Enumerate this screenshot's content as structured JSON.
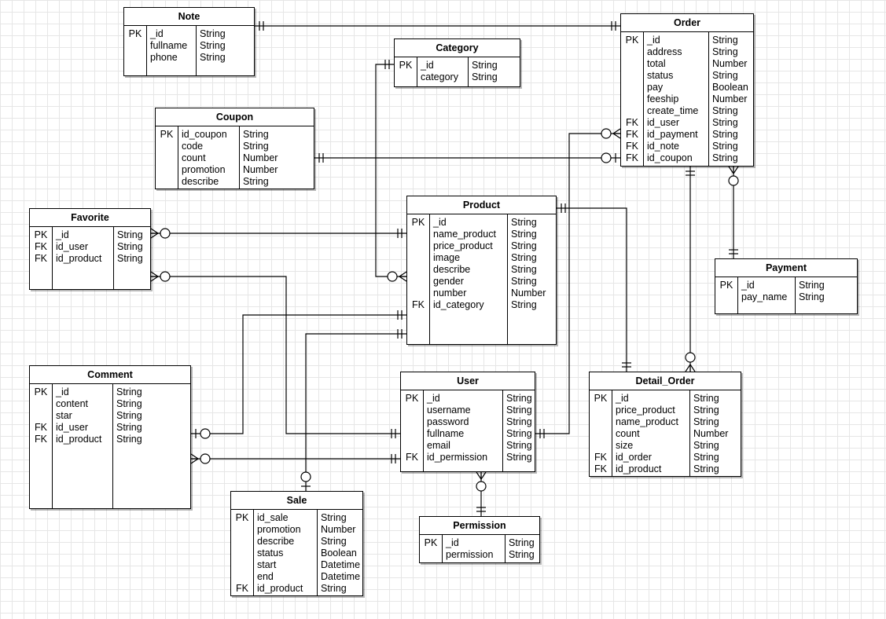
{
  "entities": [
    {
      "id": "note",
      "title": "Note",
      "rows": [
        {
          "k": "PK",
          "name": "_id",
          "type": "String"
        },
        {
          "k": "",
          "name": "fullname",
          "type": "String"
        },
        {
          "k": "",
          "name": "phone",
          "type": "String"
        }
      ]
    },
    {
      "id": "category",
      "title": "Category",
      "rows": [
        {
          "k": "PK",
          "name": "_id",
          "type": "String"
        },
        {
          "k": "",
          "name": "category",
          "type": "String"
        }
      ]
    },
    {
      "id": "order",
      "title": "Order",
      "rows": [
        {
          "k": "PK",
          "name": "_id",
          "type": "String"
        },
        {
          "k": "",
          "name": "address",
          "type": "String"
        },
        {
          "k": "",
          "name": "total",
          "type": "Number"
        },
        {
          "k": "",
          "name": "status",
          "type": "String"
        },
        {
          "k": "",
          "name": "pay",
          "type": "Boolean"
        },
        {
          "k": "",
          "name": "feeship",
          "type": "Number"
        },
        {
          "k": "",
          "name": "create_time",
          "type": "String"
        },
        {
          "k": "FK",
          "name": "id_user",
          "type": "String"
        },
        {
          "k": "FK",
          "name": "id_payment",
          "type": "String"
        },
        {
          "k": "FK",
          "name": "id_note",
          "type": "String"
        },
        {
          "k": "FK",
          "name": "id_coupon",
          "type": "String"
        }
      ]
    },
    {
      "id": "coupon",
      "title": "Coupon",
      "rows": [
        {
          "k": "PK",
          "name": "id_coupon",
          "type": "String"
        },
        {
          "k": "",
          "name": "code",
          "type": "String"
        },
        {
          "k": "",
          "name": "count",
          "type": "Number"
        },
        {
          "k": "",
          "name": "promotion",
          "type": "Number"
        },
        {
          "k": "",
          "name": "describe",
          "type": "String"
        }
      ]
    },
    {
      "id": "product",
      "title": "Product",
      "rows": [
        {
          "k": "PK",
          "name": "_id",
          "type": "String"
        },
        {
          "k": "",
          "name": "name_product",
          "type": "String"
        },
        {
          "k": "",
          "name": "price_product",
          "type": "String"
        },
        {
          "k": "",
          "name": "image",
          "type": "String"
        },
        {
          "k": "",
          "name": "describe",
          "type": "String"
        },
        {
          "k": "",
          "name": "gender",
          "type": "String"
        },
        {
          "k": "",
          "name": "number",
          "type": "Number"
        },
        {
          "k": "FK",
          "name": "id_category",
          "type": "String"
        }
      ]
    },
    {
      "id": "favorite",
      "title": "Favorite",
      "rows": [
        {
          "k": "PK",
          "name": "_id",
          "type": "String"
        },
        {
          "k": "FK",
          "name": "id_user",
          "type": "String"
        },
        {
          "k": "FK",
          "name": "id_product",
          "type": "String"
        }
      ]
    },
    {
      "id": "payment",
      "title": "Payment",
      "rows": [
        {
          "k": "PK",
          "name": "_id",
          "type": "String"
        },
        {
          "k": "",
          "name": "pay_name",
          "type": "String"
        }
      ]
    },
    {
      "id": "comment",
      "title": "Comment",
      "rows": [
        {
          "k": "PK",
          "name": "_id",
          "type": "String"
        },
        {
          "k": "",
          "name": "content",
          "type": "String"
        },
        {
          "k": "",
          "name": "star",
          "type": "String"
        },
        {
          "k": "FK",
          "name": "id_user",
          "type": "String"
        },
        {
          "k": "FK",
          "name": "id_product",
          "type": "String"
        }
      ]
    },
    {
      "id": "user",
      "title": "User",
      "rows": [
        {
          "k": "PK",
          "name": "_id",
          "type": "String"
        },
        {
          "k": "",
          "name": "username",
          "type": "String"
        },
        {
          "k": "",
          "name": "password",
          "type": "String"
        },
        {
          "k": "",
          "name": "fullname",
          "type": "String"
        },
        {
          "k": "",
          "name": "email",
          "type": "String"
        },
        {
          "k": "FK",
          "name": "id_permission",
          "type": "String"
        }
      ]
    },
    {
      "id": "detail-order",
      "title": "Detail_Order",
      "rows": [
        {
          "k": "PK",
          "name": "_id",
          "type": "String"
        },
        {
          "k": "",
          "name": "price_product",
          "type": "String"
        },
        {
          "k": "",
          "name": "name_product",
          "type": "String"
        },
        {
          "k": "",
          "name": "count",
          "type": "Number"
        },
        {
          "k": "",
          "name": "size",
          "type": "String"
        },
        {
          "k": "FK",
          "name": "id_order",
          "type": "String"
        },
        {
          "k": "FK",
          "name": "id_product",
          "type": "String"
        }
      ]
    },
    {
      "id": "sale",
      "title": "Sale",
      "rows": [
        {
          "k": "PK",
          "name": "id_sale",
          "type": "String"
        },
        {
          "k": "",
          "name": "promotion",
          "type": "Number"
        },
        {
          "k": "",
          "name": "describe",
          "type": "String"
        },
        {
          "k": "",
          "name": "status",
          "type": "Boolean"
        },
        {
          "k": "",
          "name": "start",
          "type": "Datetime"
        },
        {
          "k": "",
          "name": "end",
          "type": "Datetime"
        },
        {
          "k": "FK",
          "name": "id_product",
          "type": "String"
        }
      ]
    },
    {
      "id": "permission",
      "title": "Permission",
      "rows": [
        {
          "k": "PK",
          "name": "_id",
          "type": "String"
        },
        {
          "k": "",
          "name": "permission",
          "type": "String"
        }
      ]
    }
  ],
  "relationships": [
    {
      "id": "note-order",
      "ends": [
        "one",
        "one"
      ]
    },
    {
      "id": "category-product",
      "ends": [
        "one",
        "zero-many"
      ]
    },
    {
      "id": "coupon-order",
      "ends": [
        "one",
        "zero-one"
      ]
    },
    {
      "id": "user-order",
      "ends": [
        "one",
        "zero-many"
      ]
    },
    {
      "id": "order-payment",
      "ends": [
        "zero-many",
        "one"
      ]
    },
    {
      "id": "order-detail-order",
      "ends": [
        "one",
        "zero-many"
      ]
    },
    {
      "id": "product-detail-order",
      "ends": [
        "one",
        "one"
      ]
    },
    {
      "id": "favorite-product",
      "ends": [
        "zero-many",
        "one"
      ]
    },
    {
      "id": "favorite-user",
      "ends": [
        "zero-many",
        "one"
      ]
    },
    {
      "id": "comment-product",
      "ends": [
        "zero-one",
        "one"
      ]
    },
    {
      "id": "sale-product",
      "ends": [
        "zero-one",
        "one"
      ]
    },
    {
      "id": "comment-user",
      "ends": [
        "zero-many",
        "one"
      ]
    },
    {
      "id": "user-permission",
      "ends": [
        "zero-many",
        "one"
      ]
    }
  ]
}
